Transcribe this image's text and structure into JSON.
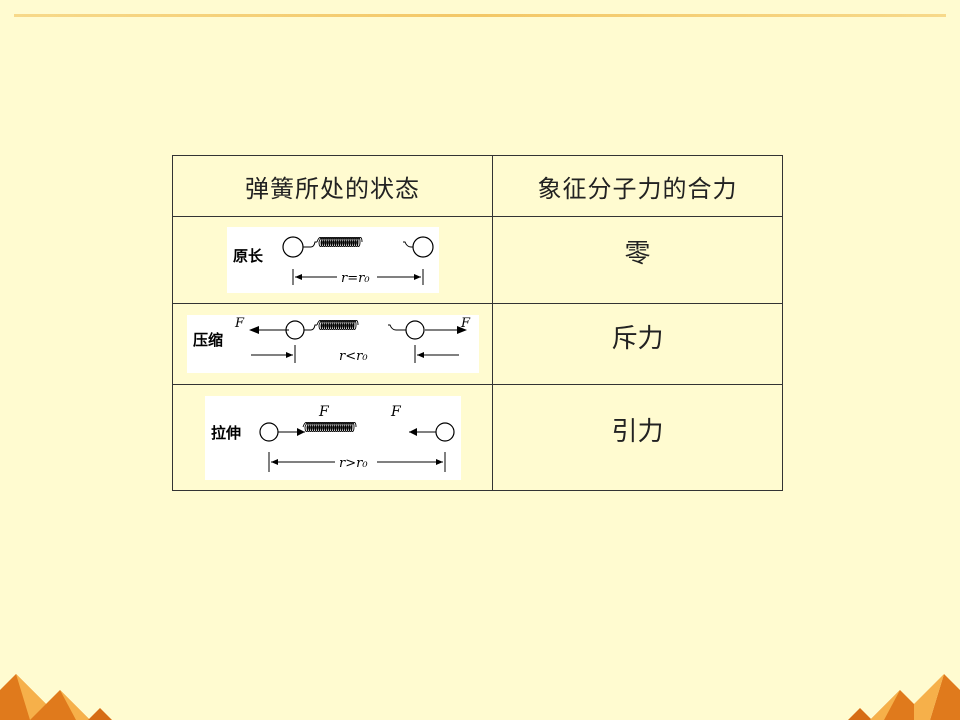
{
  "table": {
    "header": {
      "col1": "弹簧所处的状态",
      "col2": "象征分子力的合力"
    },
    "rows": [
      {
        "state_label": "原长",
        "relation": "r=r₀",
        "force": "零"
      },
      {
        "state_label": "压缩",
        "relation": "r<r₀",
        "force": "斥力",
        "force_symbol": "F"
      },
      {
        "state_label": "拉伸",
        "relation": "r>r₀",
        "force": "引力",
        "force_symbol": "F"
      }
    ]
  },
  "colors": {
    "background": "#fffbd0",
    "top_rule": "#f3c766",
    "corner_dark": "#d9701a",
    "corner_light": "#f4a640"
  }
}
